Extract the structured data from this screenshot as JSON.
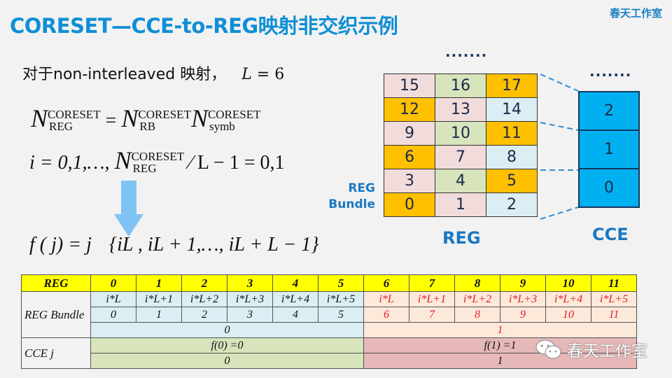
{
  "header": {
    "title": "CORESET—CCE-to-REG映射非交织示例",
    "brand": "春天工作室"
  },
  "intro": {
    "text": "对于non-interleaved 映射，",
    "math_var": "L",
    "math_eq": " = 6"
  },
  "formulas": {
    "f1": {
      "lhs_N": "N",
      "lhs_sup": "CORESET",
      "lhs_sub": "REG",
      "eq": " = ",
      "rhs1_N": "N",
      "rhs1_sup": "CORESET",
      "rhs1_sub": "RB",
      "rhs2_N": "N",
      "rhs2_sup": "CORESET",
      "rhs2_sub": "symb"
    },
    "f2": {
      "prefix": "i = 0,1,…, ",
      "N": "N",
      "sup": "CORESET",
      "sub": "REG",
      "suffix": " ⁄ L − 1 = 0,1"
    },
    "f3": {
      "lhs": "f ( j) = j",
      "set": "{iL , iL + 1,…, iL + L − 1}"
    }
  },
  "reg_grid": {
    "ellipsis": ".......",
    "rows": [
      [
        {
          "v": "15",
          "c": "pink"
        },
        {
          "v": "16",
          "c": "green"
        },
        {
          "v": "17",
          "c": "orange"
        }
      ],
      [
        {
          "v": "12",
          "c": "orange"
        },
        {
          "v": "13",
          "c": "pink"
        },
        {
          "v": "14",
          "c": "blue"
        }
      ],
      [
        {
          "v": "9",
          "c": "pink"
        },
        {
          "v": "10",
          "c": "green"
        },
        {
          "v": "11",
          "c": "orange"
        }
      ],
      [
        {
          "v": "6",
          "c": "orange"
        },
        {
          "v": "7",
          "c": "pink"
        },
        {
          "v": "8",
          "c": "blue"
        }
      ],
      [
        {
          "v": "3",
          "c": "pink"
        },
        {
          "v": "4",
          "c": "green"
        },
        {
          "v": "5",
          "c": "orange"
        }
      ],
      [
        {
          "v": "0",
          "c": "orange"
        },
        {
          "v": "1",
          "c": "pink"
        },
        {
          "v": "2",
          "c": "blue"
        }
      ]
    ],
    "bundle_label_1": "REG",
    "bundle_label_2": "Bundle",
    "label": "REG"
  },
  "cce_column": {
    "ellipsis": ".......",
    "cells": [
      "2",
      "1",
      "0"
    ],
    "label": "CCE",
    "color": "#00b0f0"
  },
  "mapping_table": {
    "header_label": "REG",
    "reg_indices": [
      "0",
      "1",
      "2",
      "3",
      "4",
      "5",
      "6",
      "7",
      "8",
      "9",
      "10",
      "11"
    ],
    "bundle_label": "REG Bundle",
    "bundle_formula": [
      "i*L",
      "i*L+1",
      "i*L+2",
      "i*L+3",
      "i*L+4",
      "i*L+5",
      "i*L",
      "i*L+1",
      "i*L+2",
      "i*L+3",
      "i*L+4",
      "i*L+5"
    ],
    "bundle_values": [
      "0",
      "1",
      "2",
      "3",
      "4",
      "5",
      "6",
      "7",
      "8",
      "9",
      "10",
      "11"
    ],
    "bundle_index": [
      "0",
      "1"
    ],
    "cce_label": "CCE  j",
    "cce_func": [
      "f(0) =0",
      "f(1) =1"
    ],
    "cce_index": [
      "0",
      "1"
    ]
  },
  "watermark": {
    "text": "春天工作室"
  },
  "colors": {
    "title": "#0f8fd6",
    "pink": "#f2dcdb",
    "green": "#d7e4bc",
    "orange": "#ffc000",
    "blue": "#dbeef4",
    "header_yellow": "#ffff00",
    "bundle1_red_text": "#e0202a"
  }
}
